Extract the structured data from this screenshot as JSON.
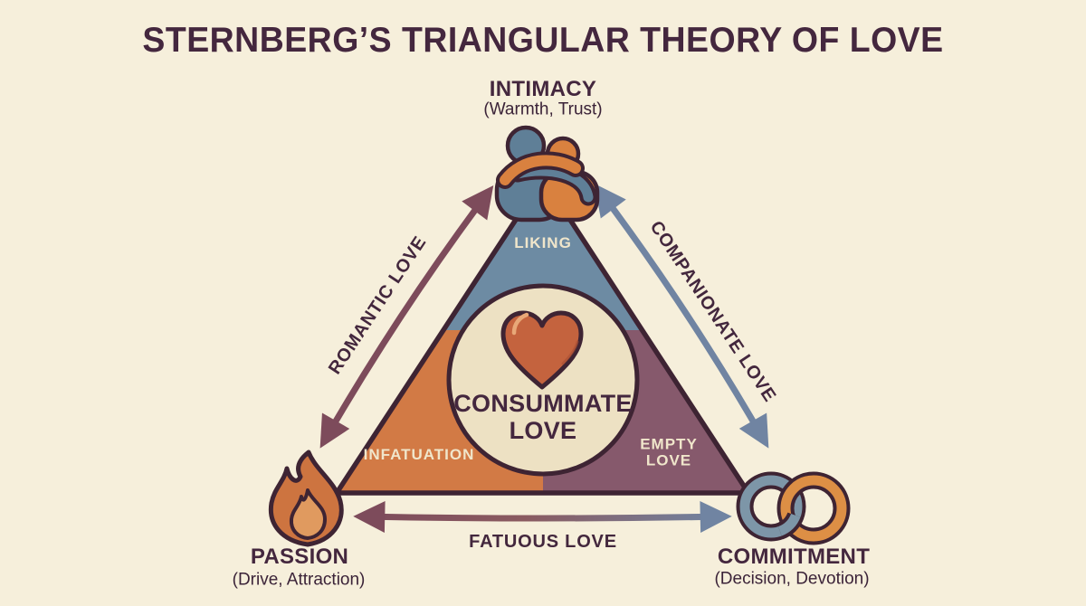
{
  "title": "STERNBERG’S TRIANGULAR THEORY OF LOVE",
  "vertices": {
    "intimacy": {
      "label": "INTIMACY",
      "sublabel": "(Warmth, Trust)"
    },
    "passion": {
      "label": "PASSION",
      "sublabel": "(Drive, Attraction)"
    },
    "commitment": {
      "label": "COMMITMENT",
      "sublabel": "(Decision, Devotion)"
    }
  },
  "regions": {
    "liking": {
      "label": "LIKING"
    },
    "infatuation": {
      "label": "INFATUATION"
    },
    "empty_love": {
      "label": "EMPTY\nLOVE"
    },
    "consummate_love": {
      "label": "CONSUMMATE\nLOVE"
    }
  },
  "edges": {
    "romantic": {
      "label": "ROMANTIC LOVE"
    },
    "companionate": {
      "label": "COMPANIONATE LOVE"
    },
    "fatuous": {
      "label": "FATUOUS LOVE"
    }
  },
  "icons": {
    "intimacy_vertex": "hug-icon",
    "passion_vertex": "flame-icon",
    "commitment_vertex": "rings-icon",
    "center": "heart-icon"
  },
  "colors": {
    "background": "#f6efdb",
    "ink": "#44273e",
    "liking_region": "#6d8ba3",
    "infatuation_region": "#d27a45",
    "empty_love_region": "#86596c",
    "center_circle": "#ede1c3",
    "heart": "#c4633e",
    "romantic_arrow": "#7d4b5b",
    "companionate_arrow": "#7084a2",
    "region_label_text": "#f0e6cb"
  }
}
